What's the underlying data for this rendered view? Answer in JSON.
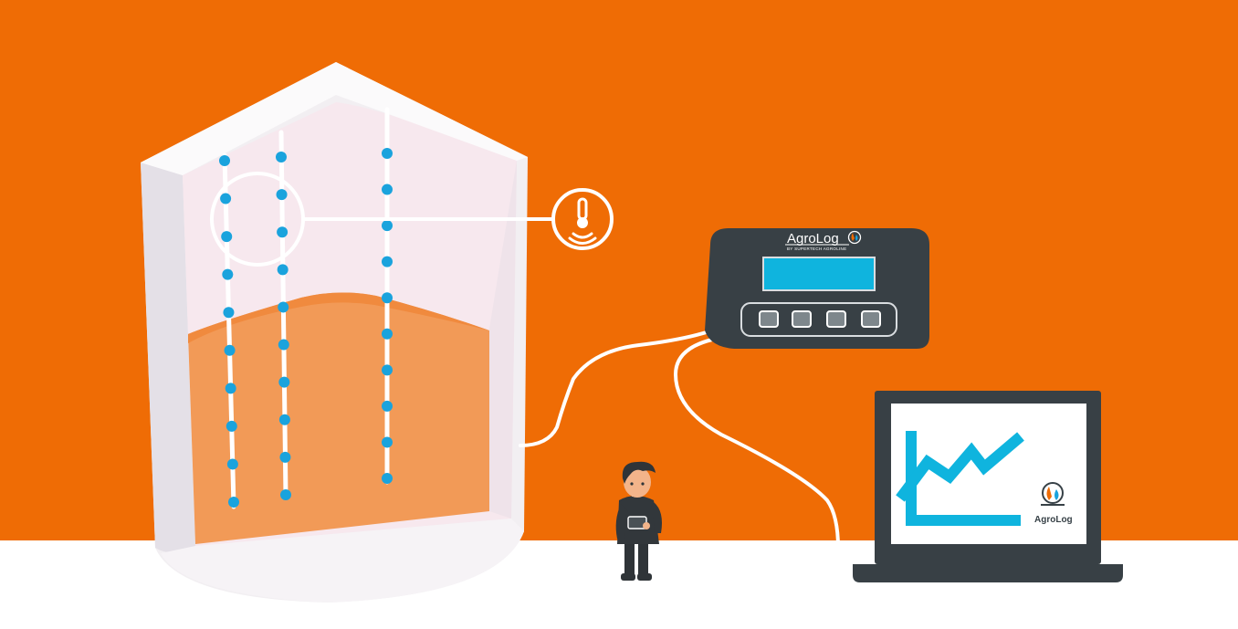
{
  "colors": {
    "background_top": "#ef6c05",
    "background_bottom": "#ffffff",
    "silo_wall": "#f2eff2",
    "silo_interior": "#f7e8ee",
    "grain": "#f29a57",
    "grain_top": "#f08a3e",
    "sensor_dot": "#1aa3dd",
    "cable": "#ffffff",
    "controller_body": "#384045",
    "controller_screen": "#0fb4de",
    "laptop_frame": "#384045",
    "laptop_chart_line": "#0fb4de"
  },
  "icons": {
    "thermometer": "thermometer-signal-icon",
    "brand_logo": "agrolog-flame-drop-icon"
  },
  "controller": {
    "brand": "AgroLog",
    "tagline": "BY SUPERTECH AGROLINE",
    "buttons": [
      "button-1",
      "button-2",
      "button-3",
      "button-4"
    ]
  },
  "laptop": {
    "brand": "AgroLog"
  }
}
